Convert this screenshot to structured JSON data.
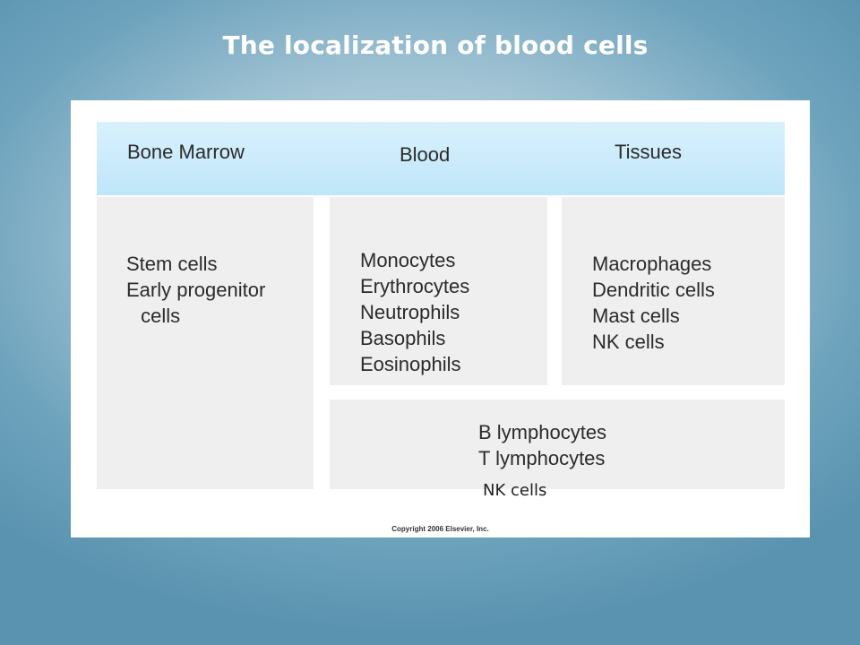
{
  "title": "The localization of blood cells",
  "columns": {
    "bone_marrow": {
      "heading": "Bone Marrow",
      "items": [
        "Stem cells",
        "Early progenitor",
        " cells"
      ]
    },
    "blood": {
      "heading": "Blood",
      "items": [
        "Monocytes",
        "Erythrocytes",
        "Neutrophils",
        "Basophils",
        "Eosinophils"
      ]
    },
    "tissues": {
      "heading": "Tissues",
      "items": [
        "Macrophages",
        "Dendritic cells",
        "Mast cells",
        "NK cells"
      ]
    }
  },
  "shared": {
    "items": [
      "B lymphocytes",
      "T lymphocytes"
    ],
    "extra_label": "NK cells"
  },
  "copyright": "Copyright 2006 Elsevier, Inc.",
  "colors": {
    "header_band": "#bfe6fa",
    "box": "#efefef",
    "title": "#ffffff"
  }
}
